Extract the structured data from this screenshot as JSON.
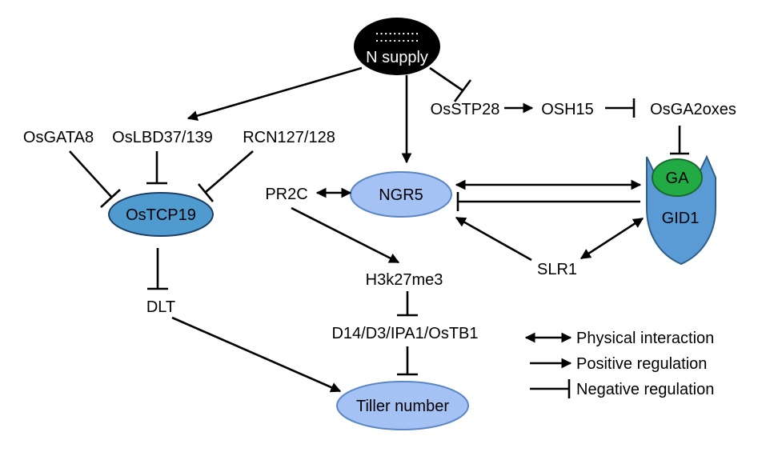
{
  "nodes": {
    "n_supply": {
      "label": "N supply",
      "dots": "::::::::::",
      "fill": "#000000"
    },
    "osgata8": {
      "label": "OsGATA8"
    },
    "oslbd": {
      "label": "OsLBD37/139"
    },
    "rcn": {
      "label": "RCN127/128"
    },
    "ostcp19": {
      "label": "OsTCP19",
      "fill": "#4f9bd0"
    },
    "dlt": {
      "label": "DLT"
    },
    "osstp28": {
      "label": "OsSTP28"
    },
    "osh15": {
      "label": "OSH15"
    },
    "osga2oxes": {
      "label": "OsGA2oxes"
    },
    "ngr5": {
      "label": "NGR5",
      "fill": "#a4c2f4"
    },
    "pr2c": {
      "label": "PR2C"
    },
    "h3k27me3": {
      "label": "H3k27me3"
    },
    "d14": {
      "label": "D14/D3/IPA1/OsTB1"
    },
    "tiller": {
      "label": "Tiller number",
      "fill": "#a4c2f4"
    },
    "slr1": {
      "label": "SLR1"
    },
    "ga": {
      "label": "GA",
      "fill": "#22aa44"
    },
    "gid1": {
      "label": "GID1",
      "fill": "#5b9bd5"
    }
  },
  "legend": {
    "physical": "Physical interaction",
    "positive": "Positive regulation",
    "negative": "Negative regulation"
  }
}
